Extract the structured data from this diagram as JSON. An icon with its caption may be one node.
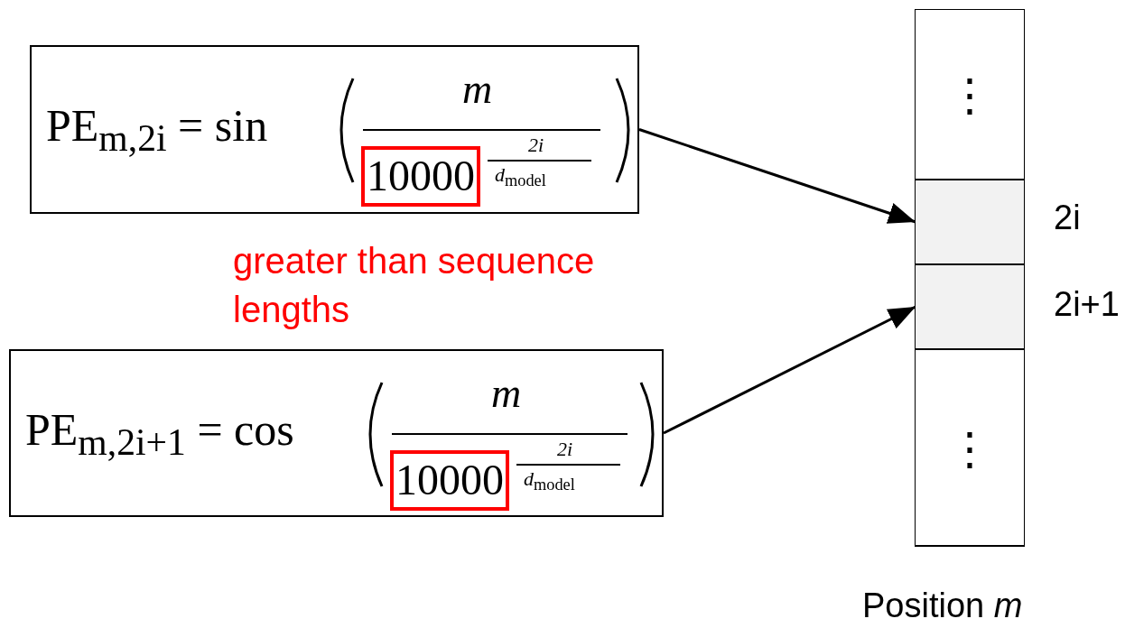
{
  "diagram": {
    "nodes": [
      {
        "text": [
          "PE$_{m,2i}$ = sin",
          "*m*",
          "2i",
          "*d*$_{model}$"
        ]
      },
      {
        "text": [
          "10000"
        ],
        "in": 0
      },
      {
        "text": [
          "PE$_{m,2i+1}$ = cos",
          "*m*",
          "2i",
          "*d*$_{model}$"
        ]
      },
      {
        "text": [
          "10000"
        ],
        "in": 2
      },
      {
        "text": [],
        "shape": "box",
        "beside": [
          "Position *m*"
        ]
      },
      {
        "text": [
          "⋮"
        ],
        "in": 4
      },
      {
        "text": [],
        "shape": "box",
        "in": 4,
        "beside": [
          "2i"
        ]
      },
      {
        "text": [],
        "shape": "box",
        "in": 4,
        "beside": [
          "2i+1"
        ]
      },
      {
        "text": [
          "⋮"
        ],
        "in": 4
      }
    ],
    "edges": [
      {
        "from": 0,
        "to": 6,
        "arrow": "to"
      },
      {
        "from": 2,
        "to": 7,
        "arrow": "to"
      }
    ],
    "labels": [
      "greater than sequence lengths"
    ]
  }
}
